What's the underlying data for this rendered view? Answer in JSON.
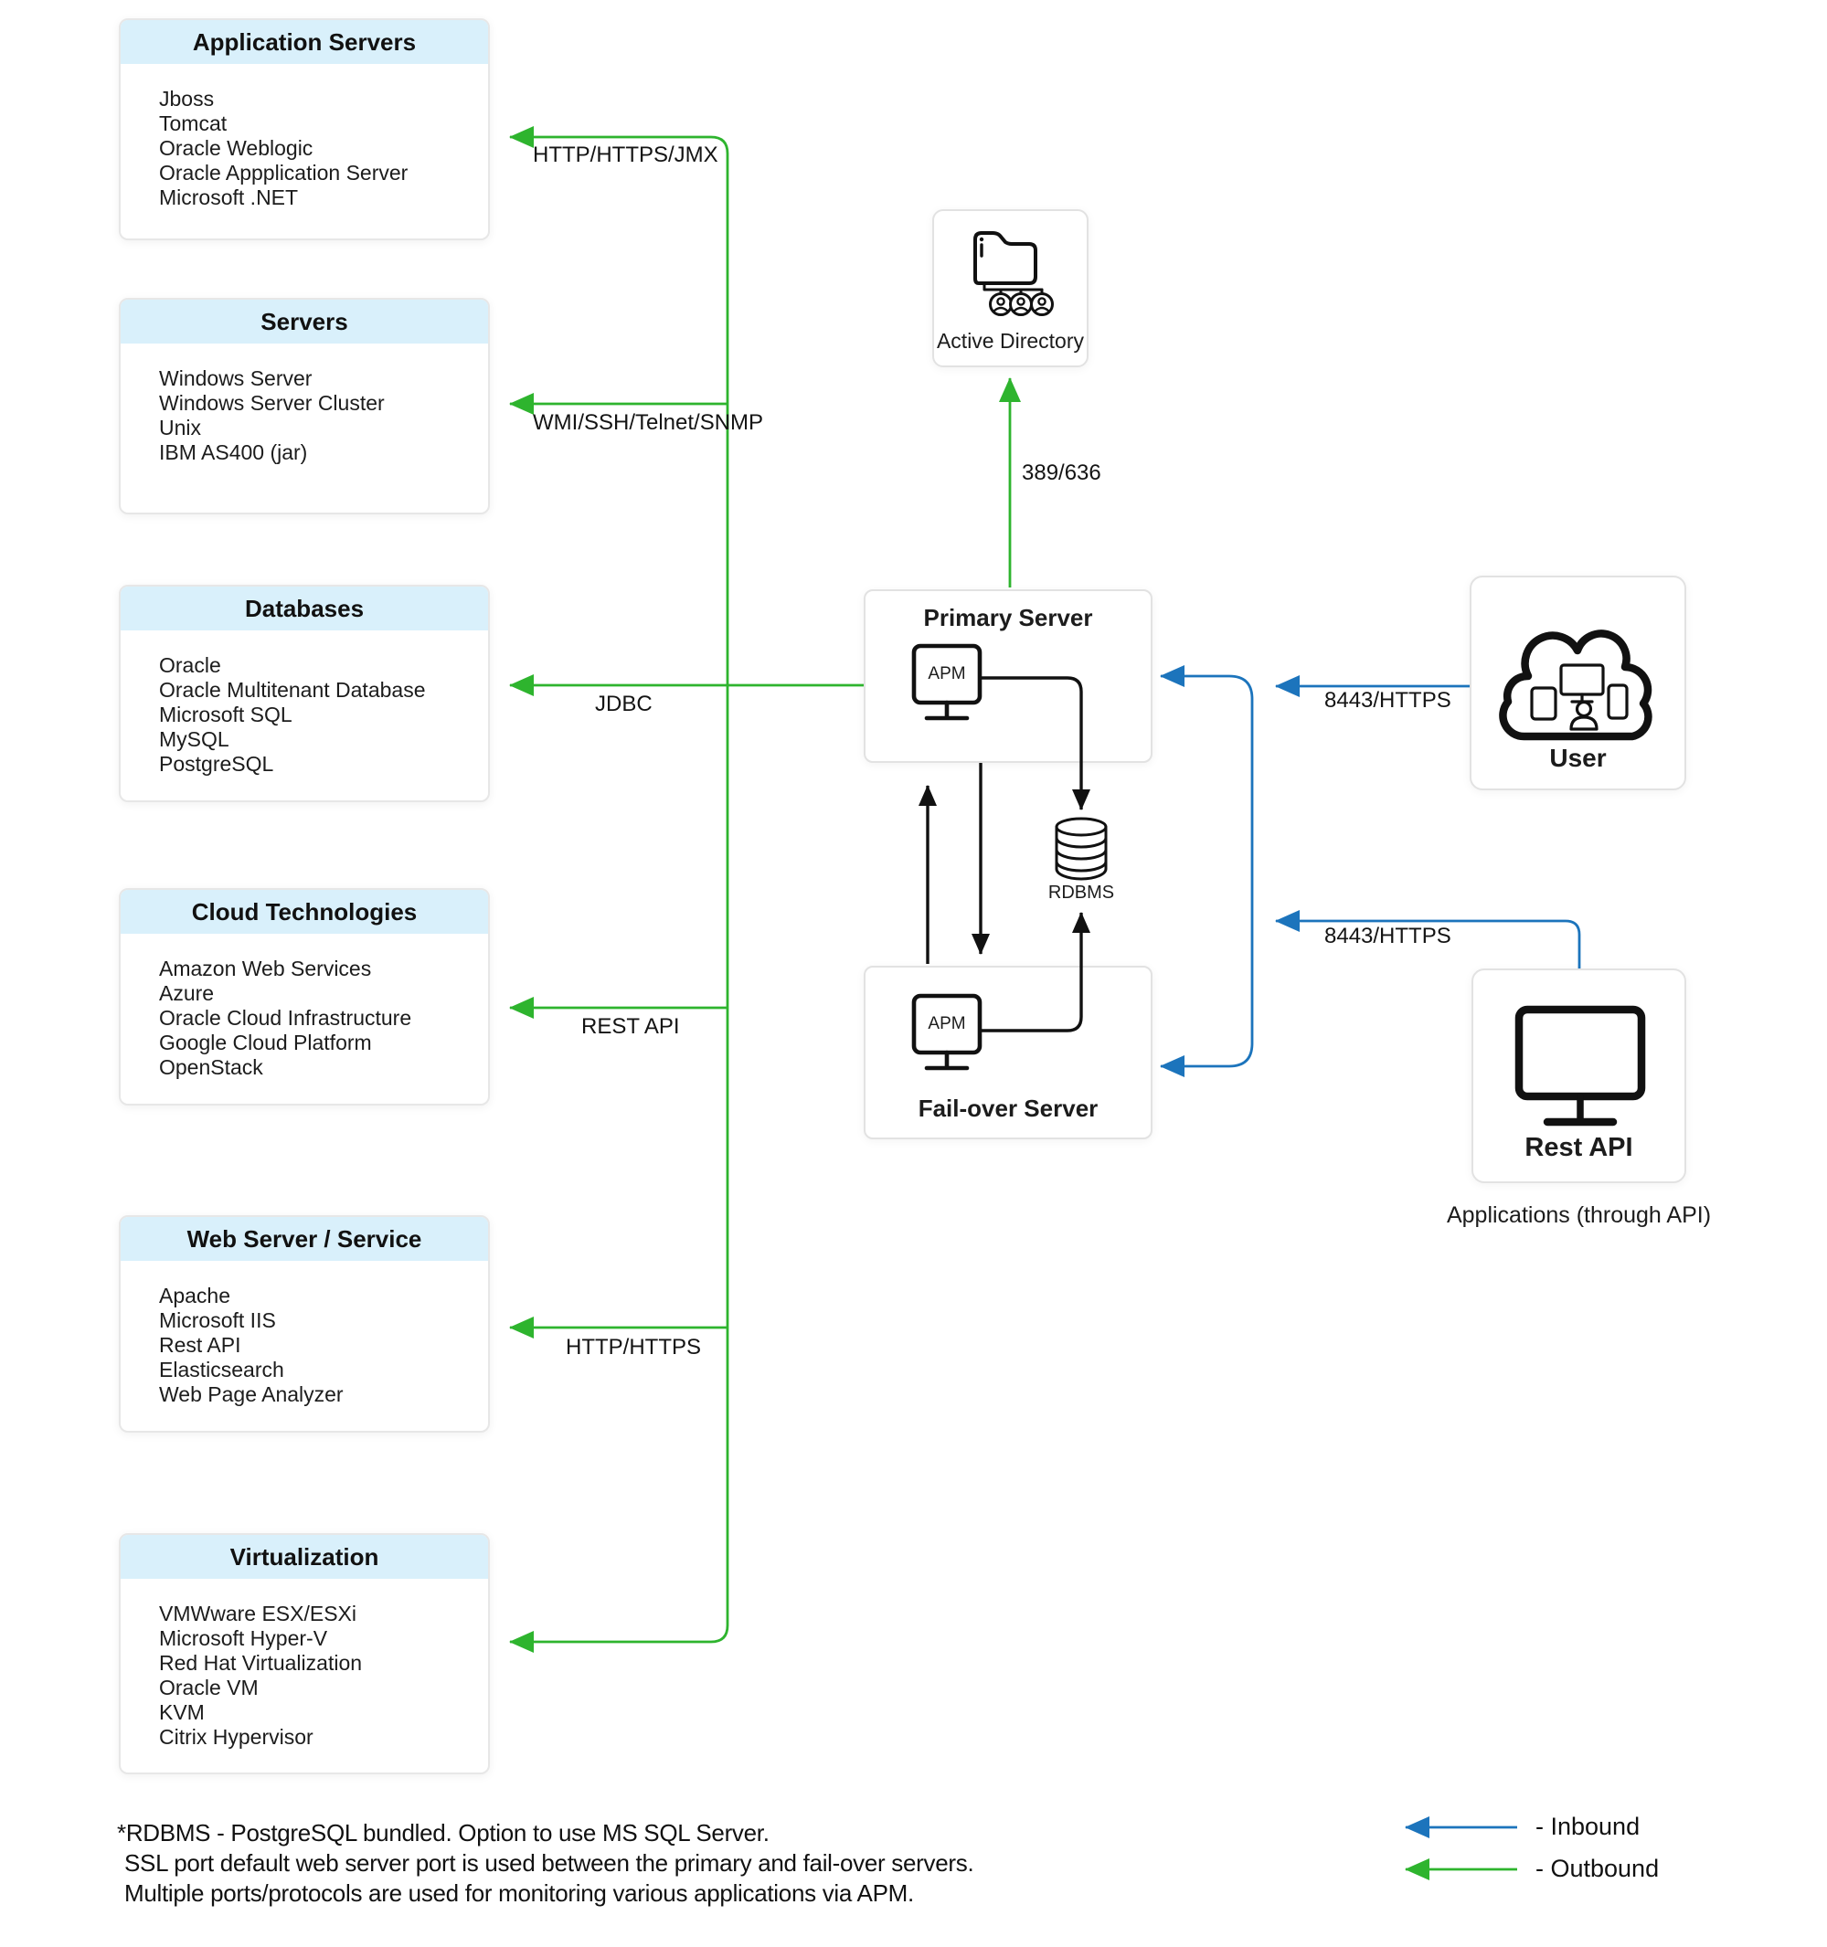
{
  "colors": {
    "outbound_green": "#2eb42e",
    "inbound_blue": "#1c74bc",
    "line_black": "#111111",
    "panel_header_bg": "#d9f0fb",
    "box_border": "#e2e2e2"
  },
  "left_panels": [
    {
      "title": "Application Servers",
      "items": [
        "Jboss",
        "Tomcat",
        "Oracle Weblogic",
        "Oracle Appplication Server",
        "Microsoft .NET"
      ]
    },
    {
      "title": "Servers",
      "items": [
        "Windows Server",
        "Windows Server Cluster",
        "Unix",
        "IBM AS400 (jar)"
      ]
    },
    {
      "title": "Databases",
      "items": [
        "Oracle",
        "Oracle Multitenant Database",
        "Microsoft SQL",
        "MySQL",
        "PostgreSQL"
      ]
    },
    {
      "title": "Cloud Technologies",
      "items": [
        "Amazon Web Services",
        "Azure",
        "Oracle Cloud Infrastructure",
        "Google Cloud Platform",
        "OpenStack"
      ]
    },
    {
      "title": "Web Server / Service",
      "items": [
        "Apache",
        "Microsoft IIS",
        "Rest API",
        "Elasticsearch",
        "Web Page Analyzer"
      ]
    },
    {
      "title": "Virtualization",
      "items": [
        "VMWware ESX/ESXi",
        "Microsoft Hyper-V",
        "Red Hat Virtualization",
        "Oracle VM",
        "KVM",
        "Citrix Hypervisor"
      ]
    }
  ],
  "protocol_labels": {
    "app_servers": "HTTP/HTTPS/JMX",
    "servers": "WMI/SSH/Telnet/SNMP",
    "databases": "JDBC",
    "cloud": "REST API",
    "web": "HTTP/HTTPS",
    "active_directory_port": "389/636",
    "user_port": "8443/HTTPS",
    "api_port": "8443/HTTPS"
  },
  "center": {
    "active_directory": "Active Directory",
    "primary_server": "Primary Server",
    "failover_server": "Fail-over Server",
    "apm": "APM",
    "rdbms": "RDBMS"
  },
  "right": {
    "user": "User",
    "rest_api": "Rest API",
    "applications_caption": "Applications (through API)"
  },
  "legend": {
    "inbound": "- Inbound",
    "outbound": "- Outbound"
  },
  "footnotes": [
    "*RDBMS - PostgreSQL bundled. Option to use  MS SQL Server.",
    "SSL port default web server port is used between the primary and fail-over servers.",
    "Multiple ports/protocols are used for monitoring various applications via APM."
  ],
  "icons": {
    "active_directory": "folder-users-icon",
    "primary_apm": "apm-monitor-icon",
    "failover_apm": "apm-monitor-icon",
    "rdbms": "database-cylinder-icon",
    "user": "cloud-devices-icon",
    "rest_api": "monitor-icon",
    "arrows": "left-arrow-icon"
  }
}
